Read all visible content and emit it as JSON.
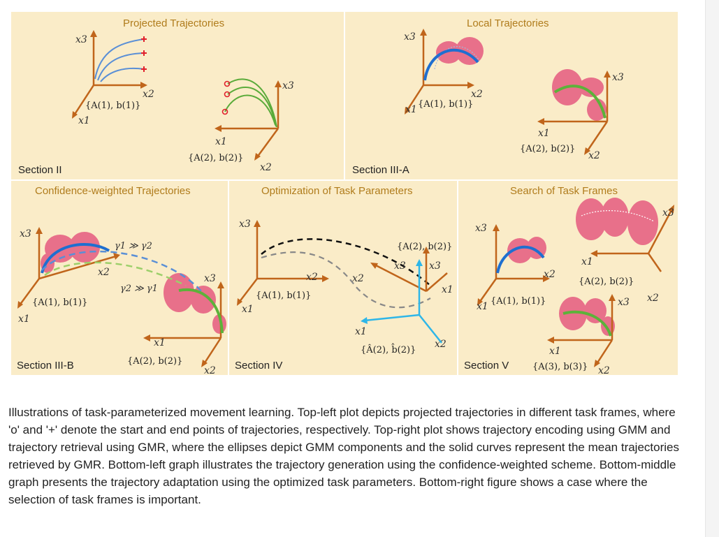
{
  "panels": {
    "projected": {
      "title": "Projected Trajectories",
      "section": "Section II"
    },
    "local": {
      "title": "Local Trajectories",
      "section": "Section III-A"
    },
    "confidence": {
      "title": "Confidence-weighted Trajectories",
      "section": "Section III-B"
    },
    "optimization": {
      "title": "Optimization of Task Parameters",
      "section": "Section IV"
    },
    "search": {
      "title": "Search of Task Frames",
      "section": "Section V"
    }
  },
  "axes": {
    "x1": "x1",
    "x2": "x2",
    "x3": "x3"
  },
  "frames": {
    "f1": "{A(1), b(1)}",
    "f2": "{A(2), b(2)}",
    "f3": "{A(3), b(3)}",
    "f2hat": "{Â(2), b̂(2)}"
  },
  "relations": {
    "g1_gg_g2": "γ1 ≫ γ2",
    "g2_gg_g1": "γ2 ≫ γ1"
  },
  "caption": "Illustrations of task-parameterized movement learning. Top-left plot depicts projected trajectories in different task frames, where 'o' and '+' denote the start and end points of trajectories, respectively. Top-right plot shows trajectory encoding using GMM and trajectory retrieval using GMR, where the ellipses depict GMM components and the solid curves represent the mean trajectories retrieved by GMR. Bottom-left graph illustrates the trajectory generation using the confidence-weighted scheme. Bottom-middle graph presents the trajectory adaptation using the optimized task parameters. Bottom-right figure shows a case where the selection of task frames is important.",
  "colors": {
    "panel_bg": "#faecc8",
    "title": "#b07c1c",
    "axis": "#c0651b",
    "trajectory_blue": "#5a8fd6",
    "mean_blue": "#1f6fd0",
    "trajectory_green": "#5aab3a",
    "mean_green": "#5cb23a",
    "gmm_pink": "#e8708a",
    "end_marker_red": "#e0202c",
    "optimized_frame": "#2eb6e8"
  }
}
